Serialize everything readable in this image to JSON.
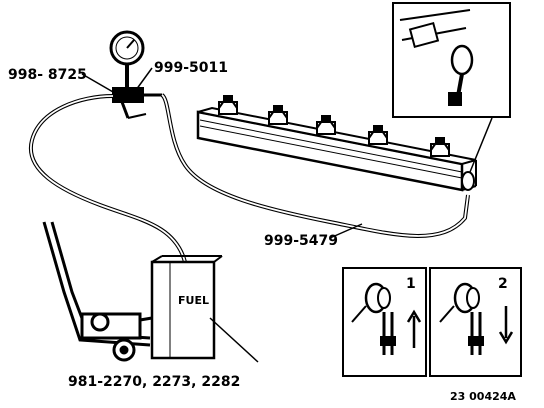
{
  "labels": {
    "tool_left": "998- 8725",
    "tool_gauge": "999-5011",
    "hose": "999-5479",
    "pump": "981-2270, 2273, 2282",
    "tank": "FUEL",
    "step1": "1",
    "step2": "2",
    "figure_id": "23 00424A"
  },
  "colors": {
    "ink": "#000000",
    "paper": "#ffffff"
  }
}
